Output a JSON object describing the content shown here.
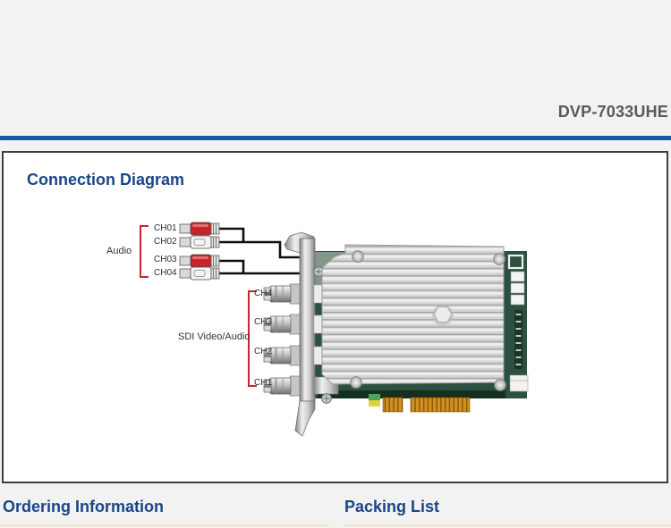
{
  "header": {
    "model_number": "DVP-7033UHE",
    "accent_bar_color": "#17599e",
    "title_color": "#58595b"
  },
  "diagram": {
    "section_title": "Connection Diagram",
    "heading_color": "#1a4587",
    "bracket_color": "#c9252c",
    "audio": {
      "group_label": "Audio",
      "channels": [
        "CH01",
        "CH02",
        "CH03",
        "CH04"
      ],
      "connector_types": [
        "rca-red",
        "rca-white",
        "rca-red",
        "rca-white"
      ],
      "connector_colors": [
        "#c8242b",
        "#f4f4f4",
        "#c8242b",
        "#f4f4f4"
      ]
    },
    "sdi": {
      "group_label": "SDI Video/Audio",
      "channels": [
        "CH4",
        "CH3",
        "CH2",
        "CH1"
      ]
    },
    "card": {
      "description": "PCIe capture card with finned heatsink, PCI bracket, 4 BNC inputs and gold x8 edge connector"
    }
  },
  "footer": {
    "sections": [
      {
        "title": "Ordering Information"
      },
      {
        "title": "Packing List"
      }
    ]
  }
}
